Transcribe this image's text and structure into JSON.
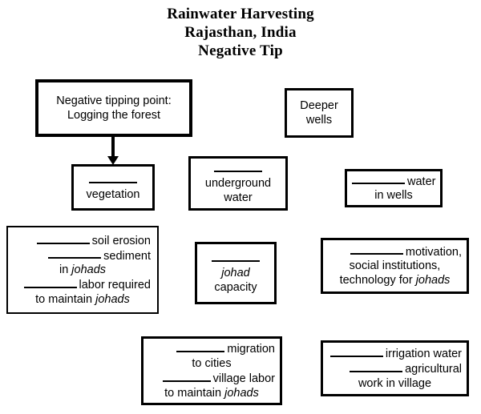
{
  "title": {
    "line1": "Rainwater Harvesting",
    "line2": "Rajasthan, India",
    "line3": "Negative Tip"
  },
  "diagram": {
    "blank_marker": "______",
    "nodes": {
      "tipping_point": {
        "line1": "Negative tipping point:",
        "line2": "Logging the forest"
      },
      "deeper_wells": {
        "line1": "Deeper",
        "line2": "wells"
      },
      "vegetation": {
        "blank": "______",
        "label": "vegetation"
      },
      "underground_water": {
        "blank": "______",
        "line1": "underground",
        "line2": "water"
      },
      "water_in_wells": {
        "blank": "______",
        "line1": "water",
        "line2": "in wells"
      },
      "soil_erosion": {
        "item1_blank": "______",
        "item1": "soil erosion",
        "item2_blank": "______",
        "item2_line1": "sediment",
        "item2_line2_prefix": "in ",
        "item2_line2_italic": "johads",
        "item3_blank": "______",
        "item3_line1": "labor required",
        "item3_line2_prefix": "to maintain ",
        "item3_line2_italic": "johads"
      },
      "johad_capacity": {
        "blank": "______",
        "line1_italic": "johad",
        "line2": "capacity"
      },
      "motivation": {
        "blank": "______",
        "line1": "motivation,",
        "line2": "social institutions,",
        "line3_prefix": "technology for ",
        "line3_italic": "johads"
      },
      "migration": {
        "item1_blank": "______",
        "item1_line1": "migration",
        "item1_line2": "to cities",
        "item2_blank": "______",
        "item2_line1": "village labor",
        "item2_line2_prefix": "to maintain ",
        "item2_line2_italic": "johads"
      },
      "irrigation": {
        "item1_blank": "______",
        "item1": "irrigation water",
        "item2_blank": "______",
        "item2_line1": "agricultural",
        "item2_line2": "work in village"
      }
    },
    "connector": {
      "name": "arrow-tipping-point-to-vegetation"
    }
  },
  "colors": {
    "ink": "#000000",
    "paper": "#ffffff"
  }
}
